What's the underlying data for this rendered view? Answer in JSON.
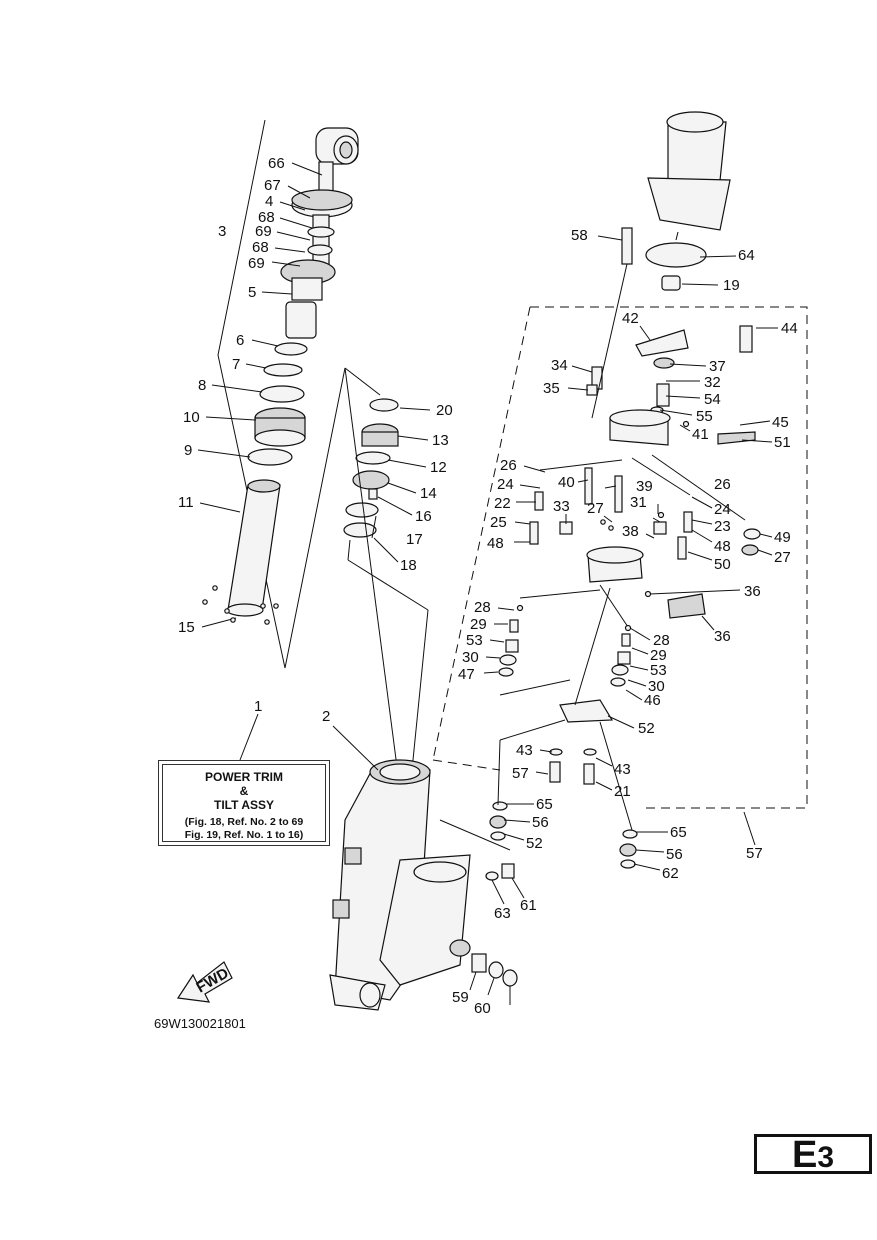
{
  "assembly_box": {
    "title_line1": "POWER TRIM",
    "title_line2": "&",
    "title_line3": "TILT ASSY",
    "ref_line1": "(Fig. 18, Ref. No. 2 to 69",
    "ref_line2": "Fig. 19, Ref. No. 1 to 16)"
  },
  "direction_arrow": {
    "label": "FWD",
    "icon": "fwd-arrow-icon"
  },
  "figure_code": "69W130021801",
  "page_code": {
    "letter": "E",
    "number": "3"
  },
  "callouts": [
    "66",
    "67",
    "4",
    "68",
    "69",
    "3",
    "68",
    "69",
    "5",
    "6",
    "7",
    "8",
    "10",
    "9",
    "11",
    "15",
    "20",
    "13",
    "12",
    "14",
    "16",
    "17",
    "18",
    "1",
    "2",
    "58",
    "64",
    "19",
    "42",
    "44",
    "37",
    "34",
    "35",
    "32",
    "54",
    "55",
    "41",
    "45",
    "51",
    "26",
    "24",
    "22",
    "25",
    "48",
    "40",
    "33",
    "27",
    "39",
    "31",
    "38",
    "26",
    "24",
    "23",
    "48",
    "50",
    "49",
    "27",
    "36",
    "28",
    "29",
    "53",
    "30",
    "47",
    "36",
    "28",
    "29",
    "53",
    "30",
    "46",
    "52",
    "43",
    "57",
    "65",
    "56",
    "52",
    "43",
    "21",
    "57",
    "65",
    "56",
    "62",
    "63",
    "61",
    "59",
    "60"
  ]
}
